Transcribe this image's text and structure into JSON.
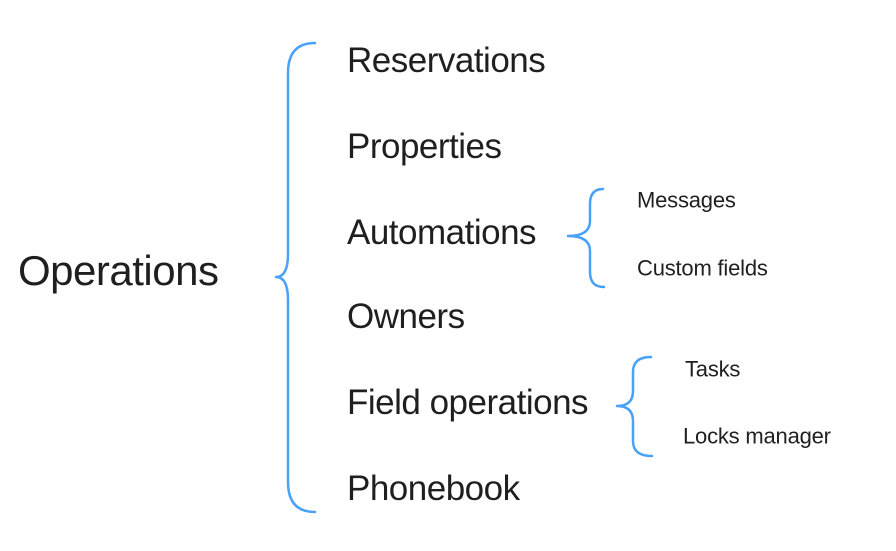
{
  "diagram": {
    "root": {
      "label": "Operations"
    },
    "branches": [
      {
        "label": "Reservations"
      },
      {
        "label": "Properties"
      },
      {
        "label": "Automations",
        "children": [
          {
            "label": "Messages"
          },
          {
            "label": "Custom fields"
          }
        ]
      },
      {
        "label": "Owners"
      },
      {
        "label": "Field operations",
        "children": [
          {
            "label": "Tasks"
          },
          {
            "label": "Locks manager"
          }
        ]
      },
      {
        "label": "Phonebook"
      }
    ]
  },
  "colors": {
    "accent": "#4aa2f8",
    "text": "#1f1f1f",
    "background": "#ffffff"
  }
}
